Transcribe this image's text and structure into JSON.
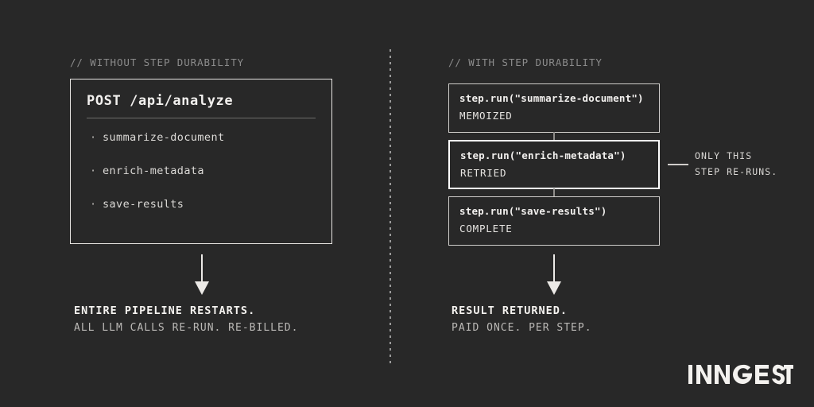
{
  "theme": {
    "background": "#282828",
    "foreground": "#f2f0ee",
    "muted": "#8b8b8b",
    "border": "#cfcdca",
    "highlight": "#ffffff"
  },
  "left_column": {
    "comment": "// WITHOUT STEP DURABILITY",
    "box": {
      "title": "POST /api/analyze",
      "items": [
        {
          "bullet": "·",
          "label": "summarize-document"
        },
        {
          "bullet": "·",
          "label": "enrich-metadata"
        },
        {
          "bullet": "·",
          "label": "save-results"
        }
      ]
    },
    "caption": {
      "primary": "ENTIRE PIPELINE RESTARTS.",
      "secondary": "ALL LLM CALLS RE-RUN. RE-BILLED."
    }
  },
  "right_column": {
    "comment": "// WITH STEP DURABILITY",
    "steps": [
      {
        "call": "step.run(\"summarize-document\")",
        "state": "MEMOIZED",
        "highlighted": false
      },
      {
        "call": "step.run(\"enrich-metadata\")",
        "state": "RETRIED",
        "highlighted": true
      },
      {
        "call": "step.run(\"save-results\")",
        "state": "COMPLETE",
        "highlighted": false
      }
    ],
    "callout": {
      "line1": "ONLY THIS",
      "line2": "STEP RE-RUNS."
    },
    "caption": {
      "primary": "RESULT RETURNED.",
      "secondary": "PAID ONCE. PER STEP."
    }
  },
  "brand": {
    "name": "INNGEST"
  }
}
